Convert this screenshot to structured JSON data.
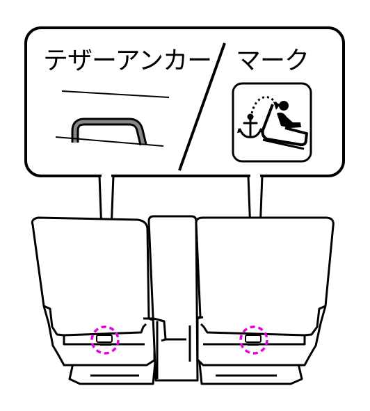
{
  "callout": {
    "tether_label": "テザーアンカー",
    "mark_label": "マーク",
    "mark_icon": "child-seat-anchor-symbol"
  },
  "colors": {
    "line": "#000000",
    "highlight": "#e600e6",
    "background": "#ffffff",
    "anchor_fill": "#888888"
  }
}
